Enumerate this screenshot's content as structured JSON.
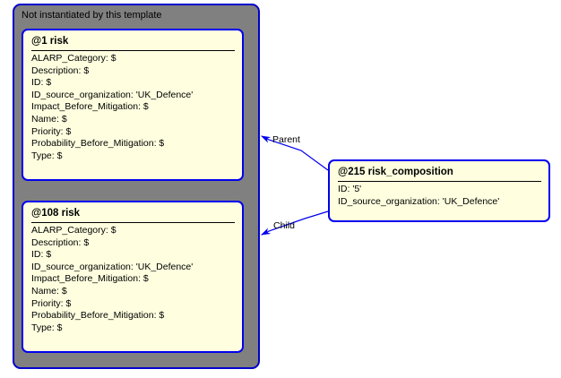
{
  "diagram": {
    "type": "object-instance-diagram",
    "background_color": "#ffffff",
    "template_group": {
      "label": "Not instantiated by this template",
      "fill_color": "#808080",
      "border_color": "#0000CC"
    },
    "box_fill_color": "#FFFFE0",
    "box_border_color": "#0000EE",
    "connector_color": "#0000EE"
  },
  "objects": [
    {
      "id": "risk-1",
      "title": "@1 risk",
      "attributes": [
        "ALARP_Category: $",
        "Description: $",
        "ID: $",
        "ID_source_organization: 'UK_Defence'",
        "Impact_Before_Mitigation: $",
        "Name: $",
        "Priority: $",
        "Probability_Before_Mitigation: $",
        "Type: $"
      ]
    },
    {
      "id": "risk-108",
      "title": "@108 risk",
      "attributes": [
        "ALARP_Category: $",
        "Description: $",
        "ID: $",
        "ID_source_organization: 'UK_Defence'",
        "Impact_Before_Mitigation: $",
        "Name: $",
        "Priority: $",
        "Probability_Before_Mitigation: $",
        "Type: $"
      ]
    },
    {
      "id": "risk-composition-215",
      "title": "@215 risk_composition",
      "attributes": [
        "ID: '5'",
        "ID_source_organization: 'UK_Defence'"
      ]
    }
  ],
  "connectors": [
    {
      "id": "parent-edge",
      "label": "Parent",
      "from": "risk-composition-215",
      "to": "risk-1"
    },
    {
      "id": "child-edge",
      "label": "Child",
      "from": "risk-composition-215",
      "to": "risk-108"
    }
  ]
}
